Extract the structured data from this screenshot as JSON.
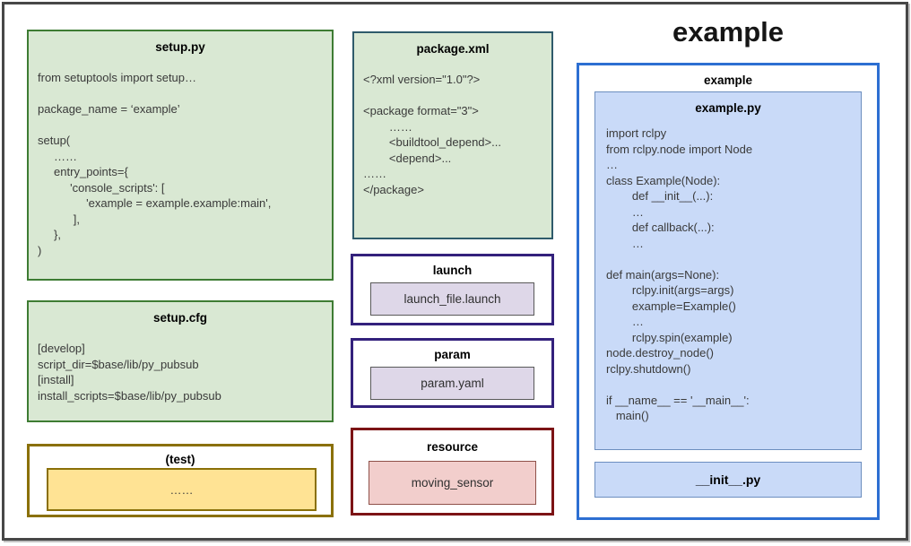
{
  "boxes": {
    "setup_py": {
      "title": "setup.py",
      "lines": [
        "from setuptools import setup…",
        "",
        "package_name = ‘example’",
        "",
        "setup(",
        "     ……",
        "     entry_points={",
        "          'console_scripts': [",
        "               'example = example.example:main',",
        "           ],",
        "     },",
        ")"
      ]
    },
    "setup_cfg": {
      "title": "setup.cfg",
      "lines": [
        "[develop]",
        "script_dir=$base/lib/py_pubsub",
        "[install]",
        "install_scripts=$base/lib/py_pubsub"
      ]
    },
    "test": {
      "title": "(test)",
      "inner_label": "……"
    },
    "package_xml": {
      "title": "package.xml",
      "lines": [
        "<?xml version=\"1.0\"?>",
        "",
        "<package format=\"3\">",
        "        ……",
        "        <buildtool_depend>...",
        "        <depend>...",
        "……",
        "</package>"
      ]
    },
    "launch": {
      "title": "launch",
      "inner_label": "launch_file.launch"
    },
    "param": {
      "title": "param",
      "inner_label": "param.yaml"
    },
    "resource": {
      "title": "resource",
      "inner_label": "moving_sensor"
    },
    "example_pkg": {
      "heading": "example",
      "title": "example",
      "example_py": {
        "title": "example.py",
        "lines": [
          "import rclpy",
          "from rclpy.node import Node",
          "…",
          "class Example(Node):",
          "        def __init__(...):",
          "        …",
          "        def callback(...):",
          "        …",
          "",
          "def main(args=None):",
          "        rclpy.init(args=args)",
          "        example=Example()",
          "        …",
          "        rclpy.spin(example)",
          "node.destroy_node()",
          "rclpy.shutdown()",
          "",
          "if __name__ == '__main__':",
          "   main()"
        ]
      },
      "init_py": {
        "title": "__init__.py"
      }
    }
  },
  "colors": {
    "canvas_border": "#474747",
    "green_fill": "#d9e8d3",
    "green_stroke": "#3e7c33",
    "teal_stroke": "#2f5b6b",
    "gold_stroke": "#8a7008",
    "gold_fill": "#ffe394",
    "indigo_stroke": "#33217c",
    "lavender_fill": "#ded7e8",
    "maroon_stroke": "#7c1315",
    "pink_fill": "#f2cecc",
    "pink_stroke": "#8f5149",
    "blue_stroke": "#2d6fd2",
    "blue_fill": "#c9daf8",
    "blue_inner_stroke": "#6c8ebf",
    "text": "#3a3a3a"
  }
}
